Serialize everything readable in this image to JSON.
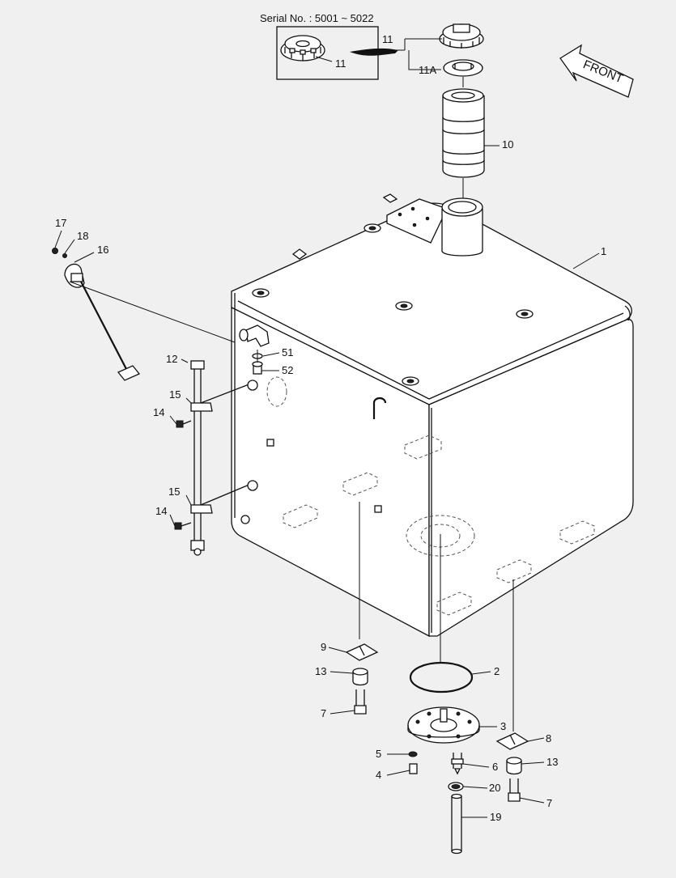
{
  "serial_note": "Serial No. : 5001 ~ 5022",
  "front_label": "FRONT",
  "labels": {
    "p1": "1",
    "p2": "2",
    "p3": "3",
    "p4": "4",
    "p5": "5",
    "p6": "6",
    "p7a": "7",
    "p7b": "7",
    "p8": "8",
    "p9": "9",
    "p10": "10",
    "p11_inset": "11",
    "p11_main": "11",
    "p11a": "11A",
    "p12": "12",
    "p13a": "13",
    "p13b": "13",
    "p14a": "14",
    "p14b": "14",
    "p15a": "15",
    "p15b": "15",
    "p16": "16",
    "p17": "17",
    "p18": "18",
    "p19": "19",
    "p20": "20",
    "p51": "51",
    "p52": "52"
  }
}
